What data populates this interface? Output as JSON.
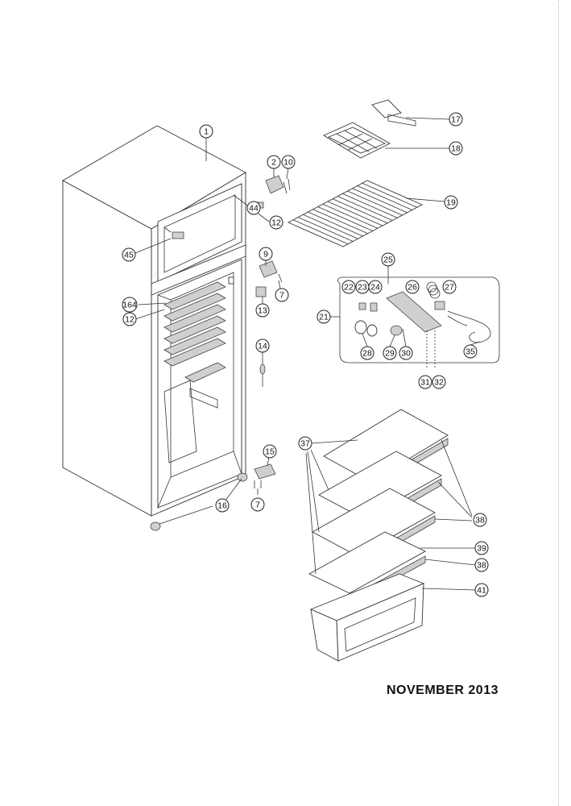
{
  "footer": {
    "date": "NOVEMBER 2013"
  },
  "callouts": [
    {
      "id": "c1",
      "label": "1"
    },
    {
      "id": "c2",
      "label": "2"
    },
    {
      "id": "c10",
      "label": "10"
    },
    {
      "id": "c44",
      "label": "44"
    },
    {
      "id": "c12a",
      "label": "12"
    },
    {
      "id": "c45",
      "label": "45"
    },
    {
      "id": "c9",
      "label": "9"
    },
    {
      "id": "c7a",
      "label": "7"
    },
    {
      "id": "c13",
      "label": "13"
    },
    {
      "id": "c164",
      "label": "164"
    },
    {
      "id": "c12b",
      "label": "12"
    },
    {
      "id": "c14",
      "label": "14"
    },
    {
      "id": "c15",
      "label": "15"
    },
    {
      "id": "c16",
      "label": "16"
    },
    {
      "id": "c7b",
      "label": "7"
    },
    {
      "id": "c17",
      "label": "17"
    },
    {
      "id": "c18",
      "label": "18"
    },
    {
      "id": "c19",
      "label": "19"
    },
    {
      "id": "c25",
      "label": "25"
    },
    {
      "id": "c22",
      "label": "22"
    },
    {
      "id": "c23",
      "label": "23"
    },
    {
      "id": "c24",
      "label": "24"
    },
    {
      "id": "c26",
      "label": "26"
    },
    {
      "id": "c27",
      "label": "27"
    },
    {
      "id": "c21",
      "label": "21"
    },
    {
      "id": "c28",
      "label": "28"
    },
    {
      "id": "c29",
      "label": "29"
    },
    {
      "id": "c30",
      "label": "30"
    },
    {
      "id": "c35",
      "label": "35"
    },
    {
      "id": "c31",
      "label": "31"
    },
    {
      "id": "c32",
      "label": "32"
    },
    {
      "id": "c37",
      "label": "37"
    },
    {
      "id": "c38a",
      "label": "38"
    },
    {
      "id": "c39",
      "label": "39"
    },
    {
      "id": "c38b",
      "label": "38"
    },
    {
      "id": "c41",
      "label": "41"
    }
  ]
}
